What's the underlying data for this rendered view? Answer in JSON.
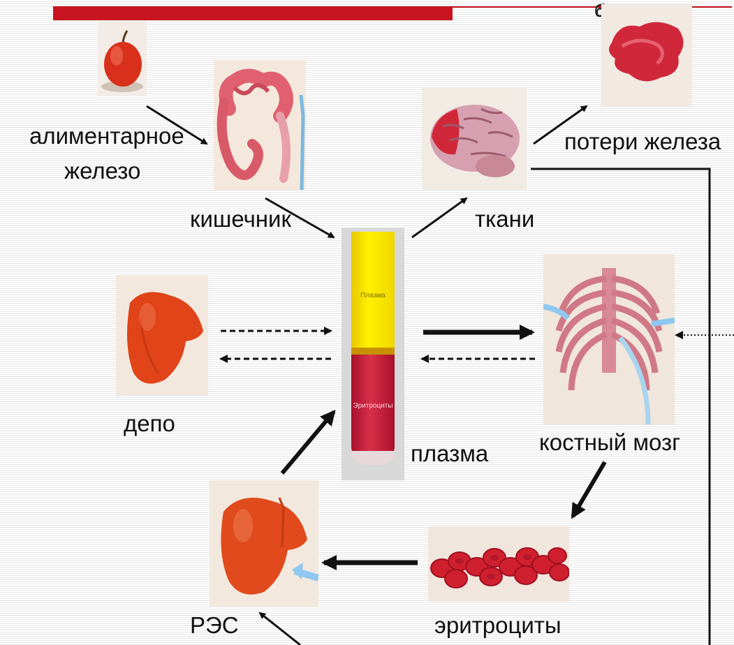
{
  "header": {
    "bar_color": "#c8141e",
    "corner_mark": "б"
  },
  "nodes": {
    "alimentary_iron": {
      "line1": "алиментарное",
      "line2": "железо"
    },
    "intestine": {
      "label": "кишечник"
    },
    "tissues": {
      "label": "ткани"
    },
    "iron_loss": {
      "label": "потери железа"
    },
    "depot": {
      "label": "депо"
    },
    "plasma": {
      "label": "плазма",
      "tube_top": "Плазма",
      "tube_bottom": "Эритроциты"
    },
    "bone_marrow": {
      "label": "костный мозг"
    },
    "erythrocytes": {
      "label": "эритроциты"
    },
    "res": {
      "label": "РЭС"
    }
  },
  "icons": [
    "apple-icon",
    "intestine-icon",
    "brain-icon",
    "tissue-icon",
    "liver-icon",
    "blood-tube-icon",
    "ribcage-icon",
    "red-blood-cells-icon",
    "liver-res-icon"
  ]
}
